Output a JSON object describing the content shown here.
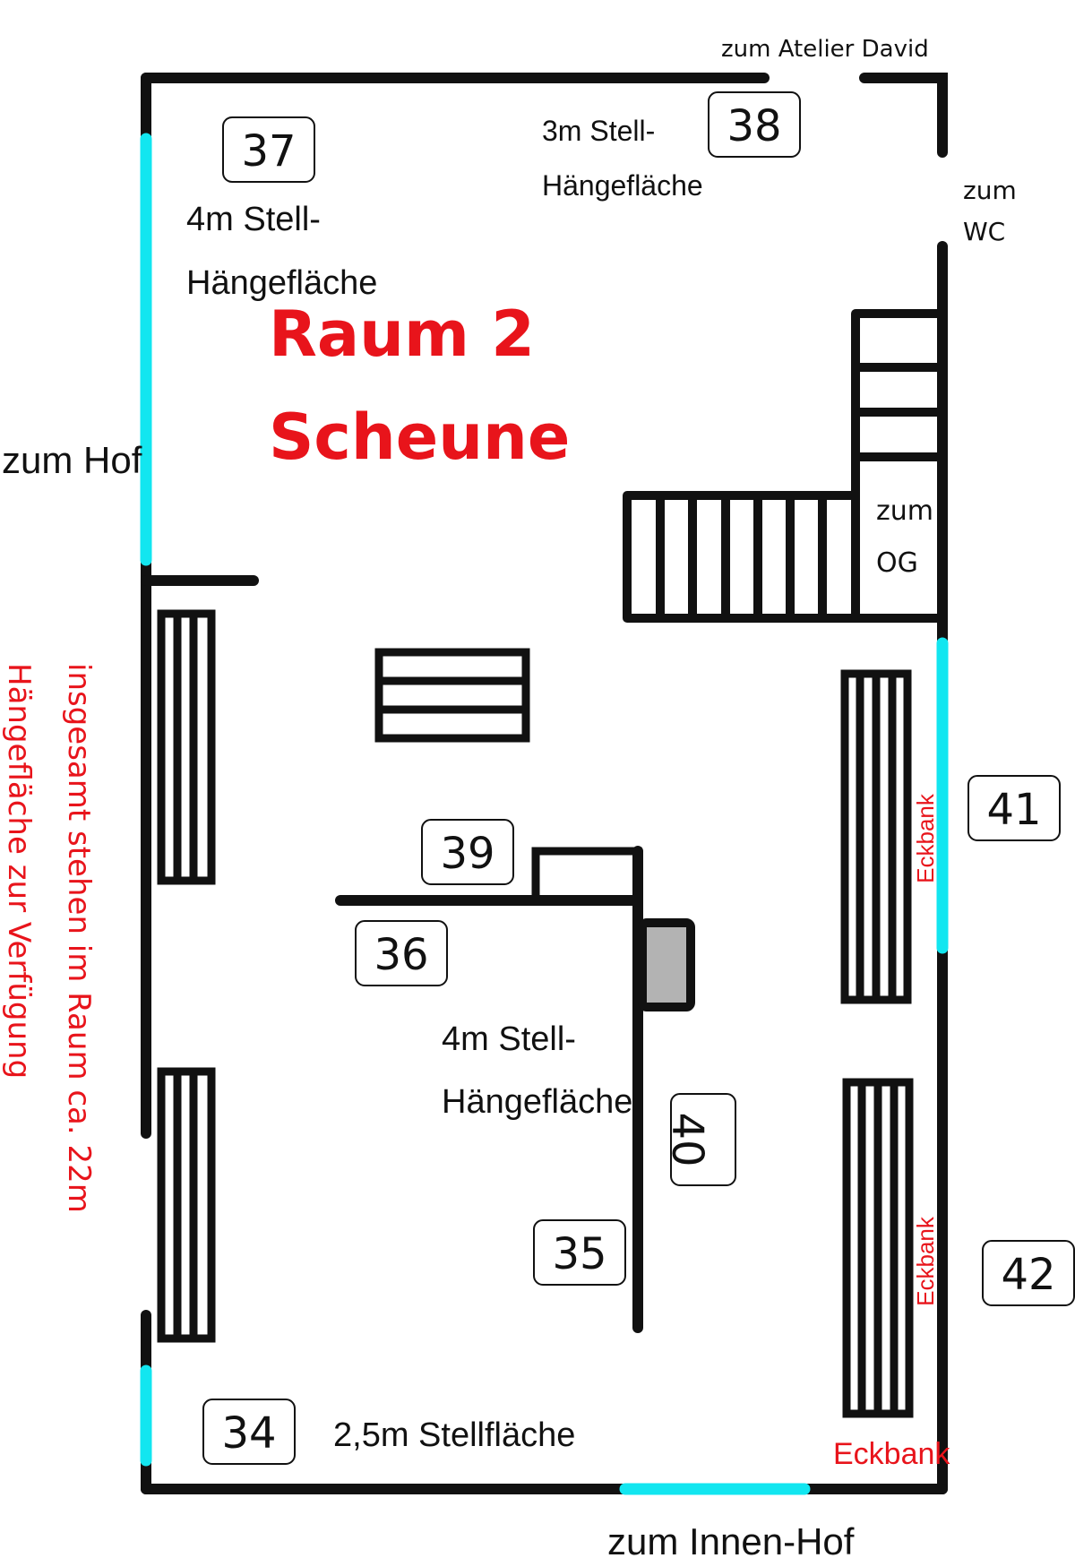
{
  "colors": {
    "wall": "#111111",
    "window": "#12e6f0",
    "accent_text": "#e8141b",
    "pillar": "#b3b3b3"
  },
  "labels": {
    "atelier": "zum Atelier David",
    "wc_line1": "zum",
    "wc_line2": "WC",
    "hof": "zum Hof",
    "innenhof": "zum Innen-Hof",
    "og_line1": "zum",
    "og_line2": "OG"
  },
  "title": {
    "line1": "Raum 2",
    "line2": "Scheune"
  },
  "sidenote": {
    "line1": "insgesamt stehen im Raum ca. 22m",
    "line2": "Hängefläche zur Verfügung"
  },
  "areas": {
    "a37_line1": "4m Stell-",
    "a37_line2": "Hängefläche",
    "a38_line1": "3m Stell-",
    "a38_line2": "Hängefläche",
    "a36_line1": "4m Stell-",
    "a36_line2": "Hängefläche",
    "a34": "2,5m Stellfläche"
  },
  "benches": {
    "b1": "Eckbank",
    "b2": "Eckbank",
    "b3": "Eckbank"
  },
  "spots": {
    "s34": "34",
    "s35": "35",
    "s36": "36",
    "s37": "37",
    "s38": "38",
    "s39": "39",
    "s40": "40",
    "s41": "41",
    "s42": "42"
  }
}
